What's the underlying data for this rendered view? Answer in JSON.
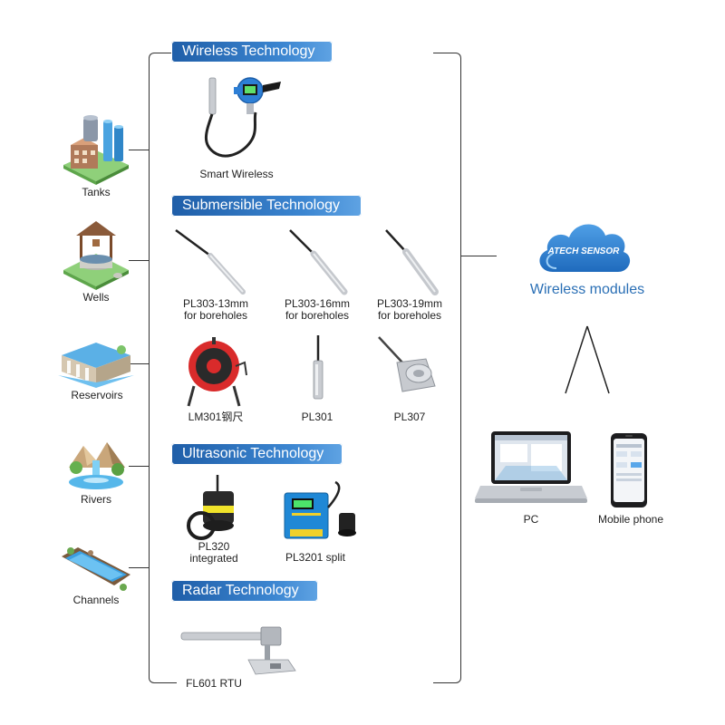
{
  "sources": {
    "tanks": "Tanks",
    "wells": "Wells",
    "reservoirs": "Reservoirs",
    "rivers": "Rivers",
    "channels": "Channels"
  },
  "wireless": {
    "heading": "Wireless Technology",
    "smart_wireless": "Smart Wireless"
  },
  "submersible": {
    "heading": "Submersible Technology",
    "pl303_13": [
      "PL303-13mm",
      "for boreholes"
    ],
    "pl303_16": [
      "PL303-16mm",
      "for boreholes"
    ],
    "pl303_19": [
      "PL303-19mm",
      "for boreholes"
    ],
    "lm301": "LM301钢尺",
    "pl301": "PL301",
    "pl307": "PL307"
  },
  "ultrasonic": {
    "heading": "Ultrasonic Technology",
    "pl320": [
      "PL320",
      "integrated"
    ],
    "pl3201": "PL3201 split"
  },
  "radar": {
    "heading": "Radar Technology",
    "fl601": "FL601 RTU"
  },
  "cloud": {
    "brand": "ATECH SENSOR",
    "label": "Wireless modules"
  },
  "devices": {
    "pc": "PC",
    "mobile": "Mobile phone"
  },
  "colors": {
    "banner": "#2a6fbf",
    "cloud": "#2f7fd0",
    "cloud_text": "#2a6fb5"
  }
}
